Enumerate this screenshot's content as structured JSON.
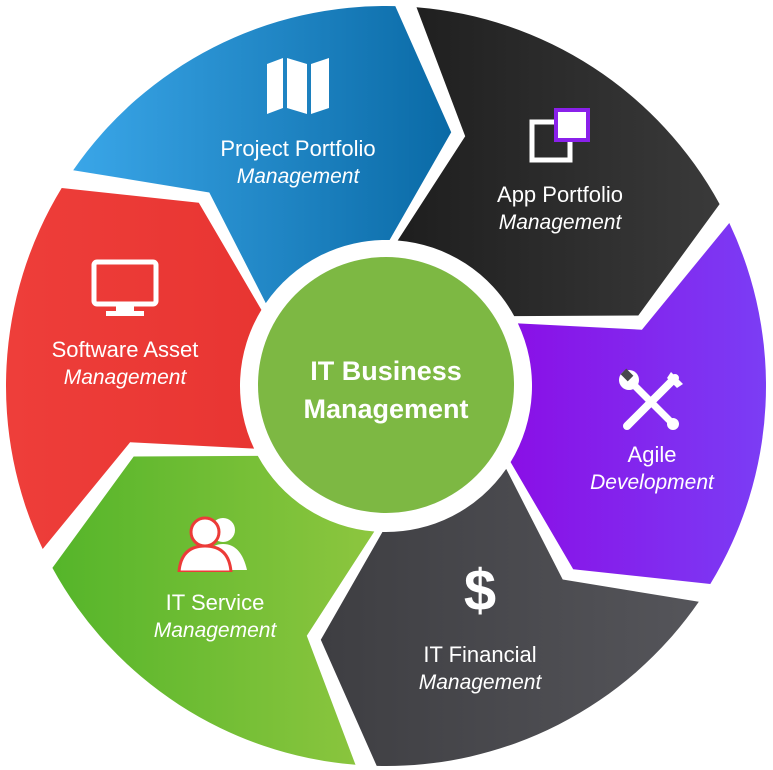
{
  "center": {
    "line1": "IT Business",
    "line2": "Management",
    "color": "#7db843"
  },
  "segments": [
    {
      "id": "project-portfolio",
      "title": "Project Portfolio",
      "subtitle": "Management",
      "icon": "map-icon",
      "colors": [
        "#1e1e1e",
        "#3a3a3a"
      ]
    },
    {
      "id": "app-portfolio",
      "title": "App Portfolio",
      "subtitle": "Management",
      "icon": "windows-icon",
      "colors": [
        "#8a0fe6",
        "#7b3df5"
      ]
    },
    {
      "id": "agile-development",
      "title": "Agile",
      "subtitle": "Development",
      "icon": "tools-icon",
      "colors": [
        "#55555a",
        "#3e3e42"
      ]
    },
    {
      "id": "it-financial",
      "title": "IT Financial",
      "subtitle": "Management",
      "icon": "dollar-icon",
      "symbol": "$",
      "colors": [
        "#55b52a",
        "#8dc63f"
      ]
    },
    {
      "id": "it-service",
      "title": "IT Service",
      "subtitle": "Management",
      "icon": "users-icon",
      "colors": [
        "#ee3e3a",
        "#e83532"
      ]
    },
    {
      "id": "software-asset",
      "title": "Software Asset",
      "subtitle": "Management",
      "icon": "monitor-icon",
      "colors": [
        "#3aa6e8",
        "#0a6aa6"
      ]
    }
  ]
}
